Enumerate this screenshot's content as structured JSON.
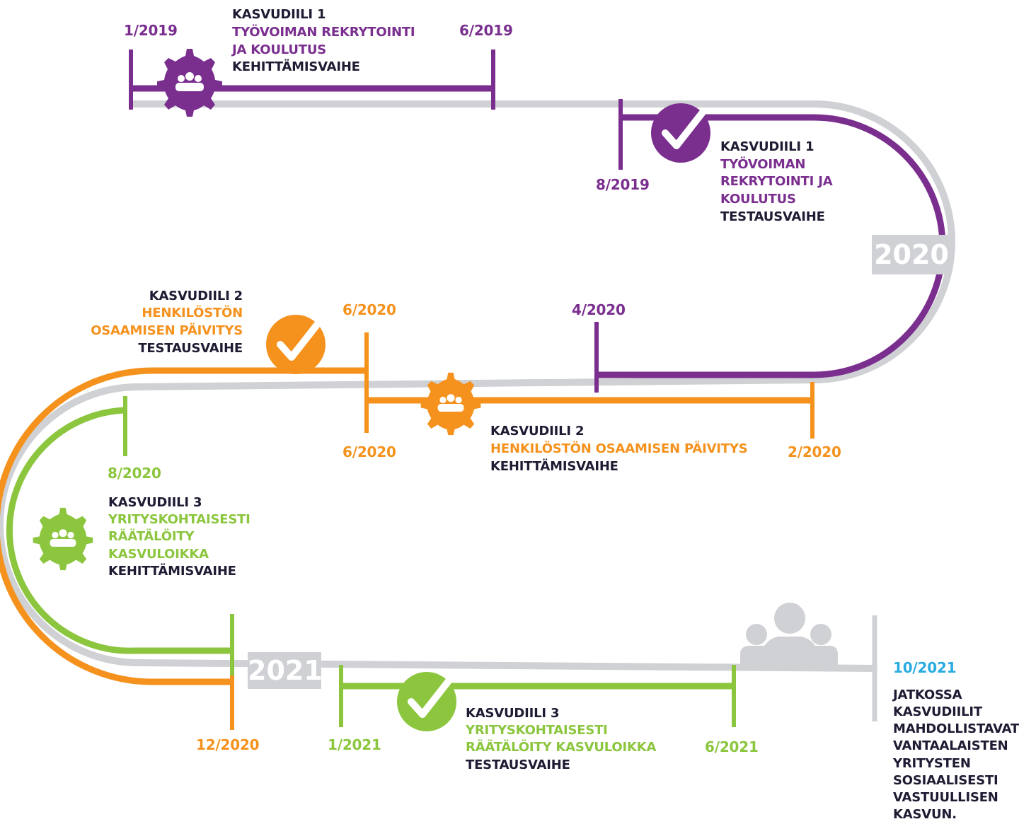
{
  "colors": {
    "track": "#cfd1d4",
    "phase1": "#7a2f8f",
    "phase2": "#f5921e",
    "phase3": "#8cc63f",
    "future": "#29abe2",
    "text_dark": "#1e1b33"
  },
  "years": {
    "y2020": "2020",
    "y2021": "2021"
  },
  "phase1_dev": {
    "start": "1/2019",
    "end": "6/2019",
    "title": "KASVUDIILI 1",
    "name_line1": "TYÖVOIMAN REKRYTOINTI",
    "name_line2": "JA KOULUTUS",
    "stage": "KEHITTÄMISVAIHE",
    "icon": "gear-people-icon"
  },
  "phase1_test": {
    "start": "8/2019",
    "end": "4/2020",
    "title": "KASVUDIILI 1",
    "name_line1": "TYÖVOIMAN",
    "name_line2": "REKRYTOINTI JA",
    "name_line3": "KOULUTUS",
    "stage": "TESTAUSVAIHE",
    "icon": "checkmark-icon"
  },
  "phase2_dev": {
    "start": "2/2020",
    "end": "6/2020",
    "title": "KASVUDIILI 2",
    "name_line1": "HENKILÖSTÖN OSAAMISEN PÄIVITYS",
    "stage": "KEHITTÄMISVAIHE",
    "icon": "gear-people-icon"
  },
  "phase2_test": {
    "start": "6/2020",
    "end": "12/2020",
    "title": "KASVUDIILI 2",
    "name_line1": "HENKILÖSTÖN",
    "name_line2": "OSAAMISEN PÄIVITYS",
    "stage": "TESTAUSVAIHE",
    "icon": "checkmark-icon"
  },
  "phase3_dev": {
    "start": "8/2020",
    "title": "KASVUDIILI 3",
    "name_line1": "YRITYSKOHTAISESTI",
    "name_line2": "RÄÄTÄLÖITY",
    "name_line3": "KASVULOIKKA",
    "stage": "KEHITTÄMISVAIHE",
    "icon": "gear-people-icon"
  },
  "phase3_test": {
    "start": "1/2021",
    "end": "6/2021",
    "title": "KASVUDIILI 3",
    "name_line1": "YRITYSKOHTAISESTI",
    "name_line2": "RÄÄTÄLÖITY KASVULOIKKA",
    "stage": "TESTAUSVAIHE",
    "icon": "checkmark-icon"
  },
  "future": {
    "date": "10/2021",
    "lines": [
      "JATKOSSA",
      "KASVUDIILIT",
      "MAHDOLLISTAVAT",
      "VANTAALAISTEN",
      "YRITYSTEN",
      "SOSIAALISESTI",
      "VASTUULLISEN",
      "KASVUN."
    ],
    "icon": "people-group-icon"
  }
}
